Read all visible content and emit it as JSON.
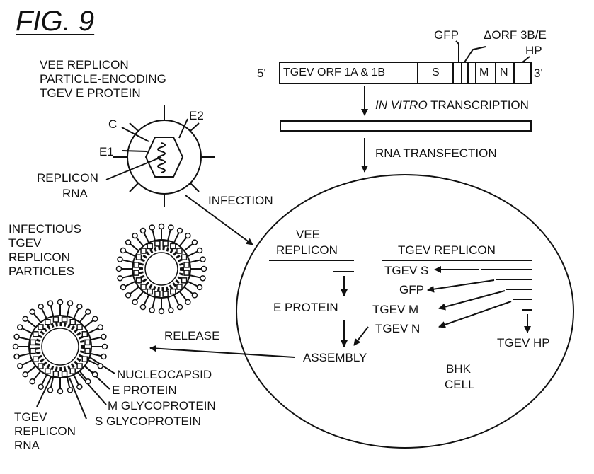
{
  "figure": {
    "title": "FIG. 9"
  },
  "construct": {
    "five_prime": "5'",
    "three_prime": "3'",
    "orf": "TGEV ORF 1A & 1B",
    "s": "S",
    "m": "M",
    "n": "N",
    "gfp": "GFP",
    "delta_orf": "ΔORF 3B/E",
    "hp": "HP"
  },
  "steps": {
    "in_vitro": "IN VITRO",
    "transcription": "TRANSCRIPTION",
    "rna_transfection": "RNA TRANSFECTION",
    "infection": "INFECTION",
    "release": "RELEASE"
  },
  "vee_particle": {
    "title_lines": [
      "VEE REPLICON",
      "PARTICLE-ENCODING",
      "TGEV E PROTEIN"
    ],
    "c": "C",
    "e1": "E1",
    "e2": "E2",
    "replicon_rna_lines": [
      "REPLICON",
      "RNA"
    ]
  },
  "cell": {
    "vee_replicon_lines": [
      "VEE",
      "REPLICON"
    ],
    "e_protein": "E PROTEIN",
    "tgev_replicon": "TGEV REPLICON",
    "tgev_s": "TGEV S",
    "gfp": "GFP",
    "tgev_m": "TGEV M",
    "tgev_n": "TGEV N",
    "tgev_hp": "TGEV HP",
    "assembly": "ASSEMBLY",
    "bhk_lines": [
      "BHK",
      "CELL"
    ]
  },
  "particles": {
    "infectious_lines": [
      "INFECTIOUS",
      "TGEV",
      "REPLICON",
      "PARTICLES"
    ],
    "nucleocapsid": "NUCLEOCAPSID",
    "e_protein": "E PROTEIN",
    "m_glycoprotein": "M GLYCOPROTEIN",
    "s_glycoprotein": "S GLYCOPROTEIN",
    "tgev_replicon_rna_lines": [
      "TGEV",
      "REPLICON",
      "RNA"
    ]
  }
}
